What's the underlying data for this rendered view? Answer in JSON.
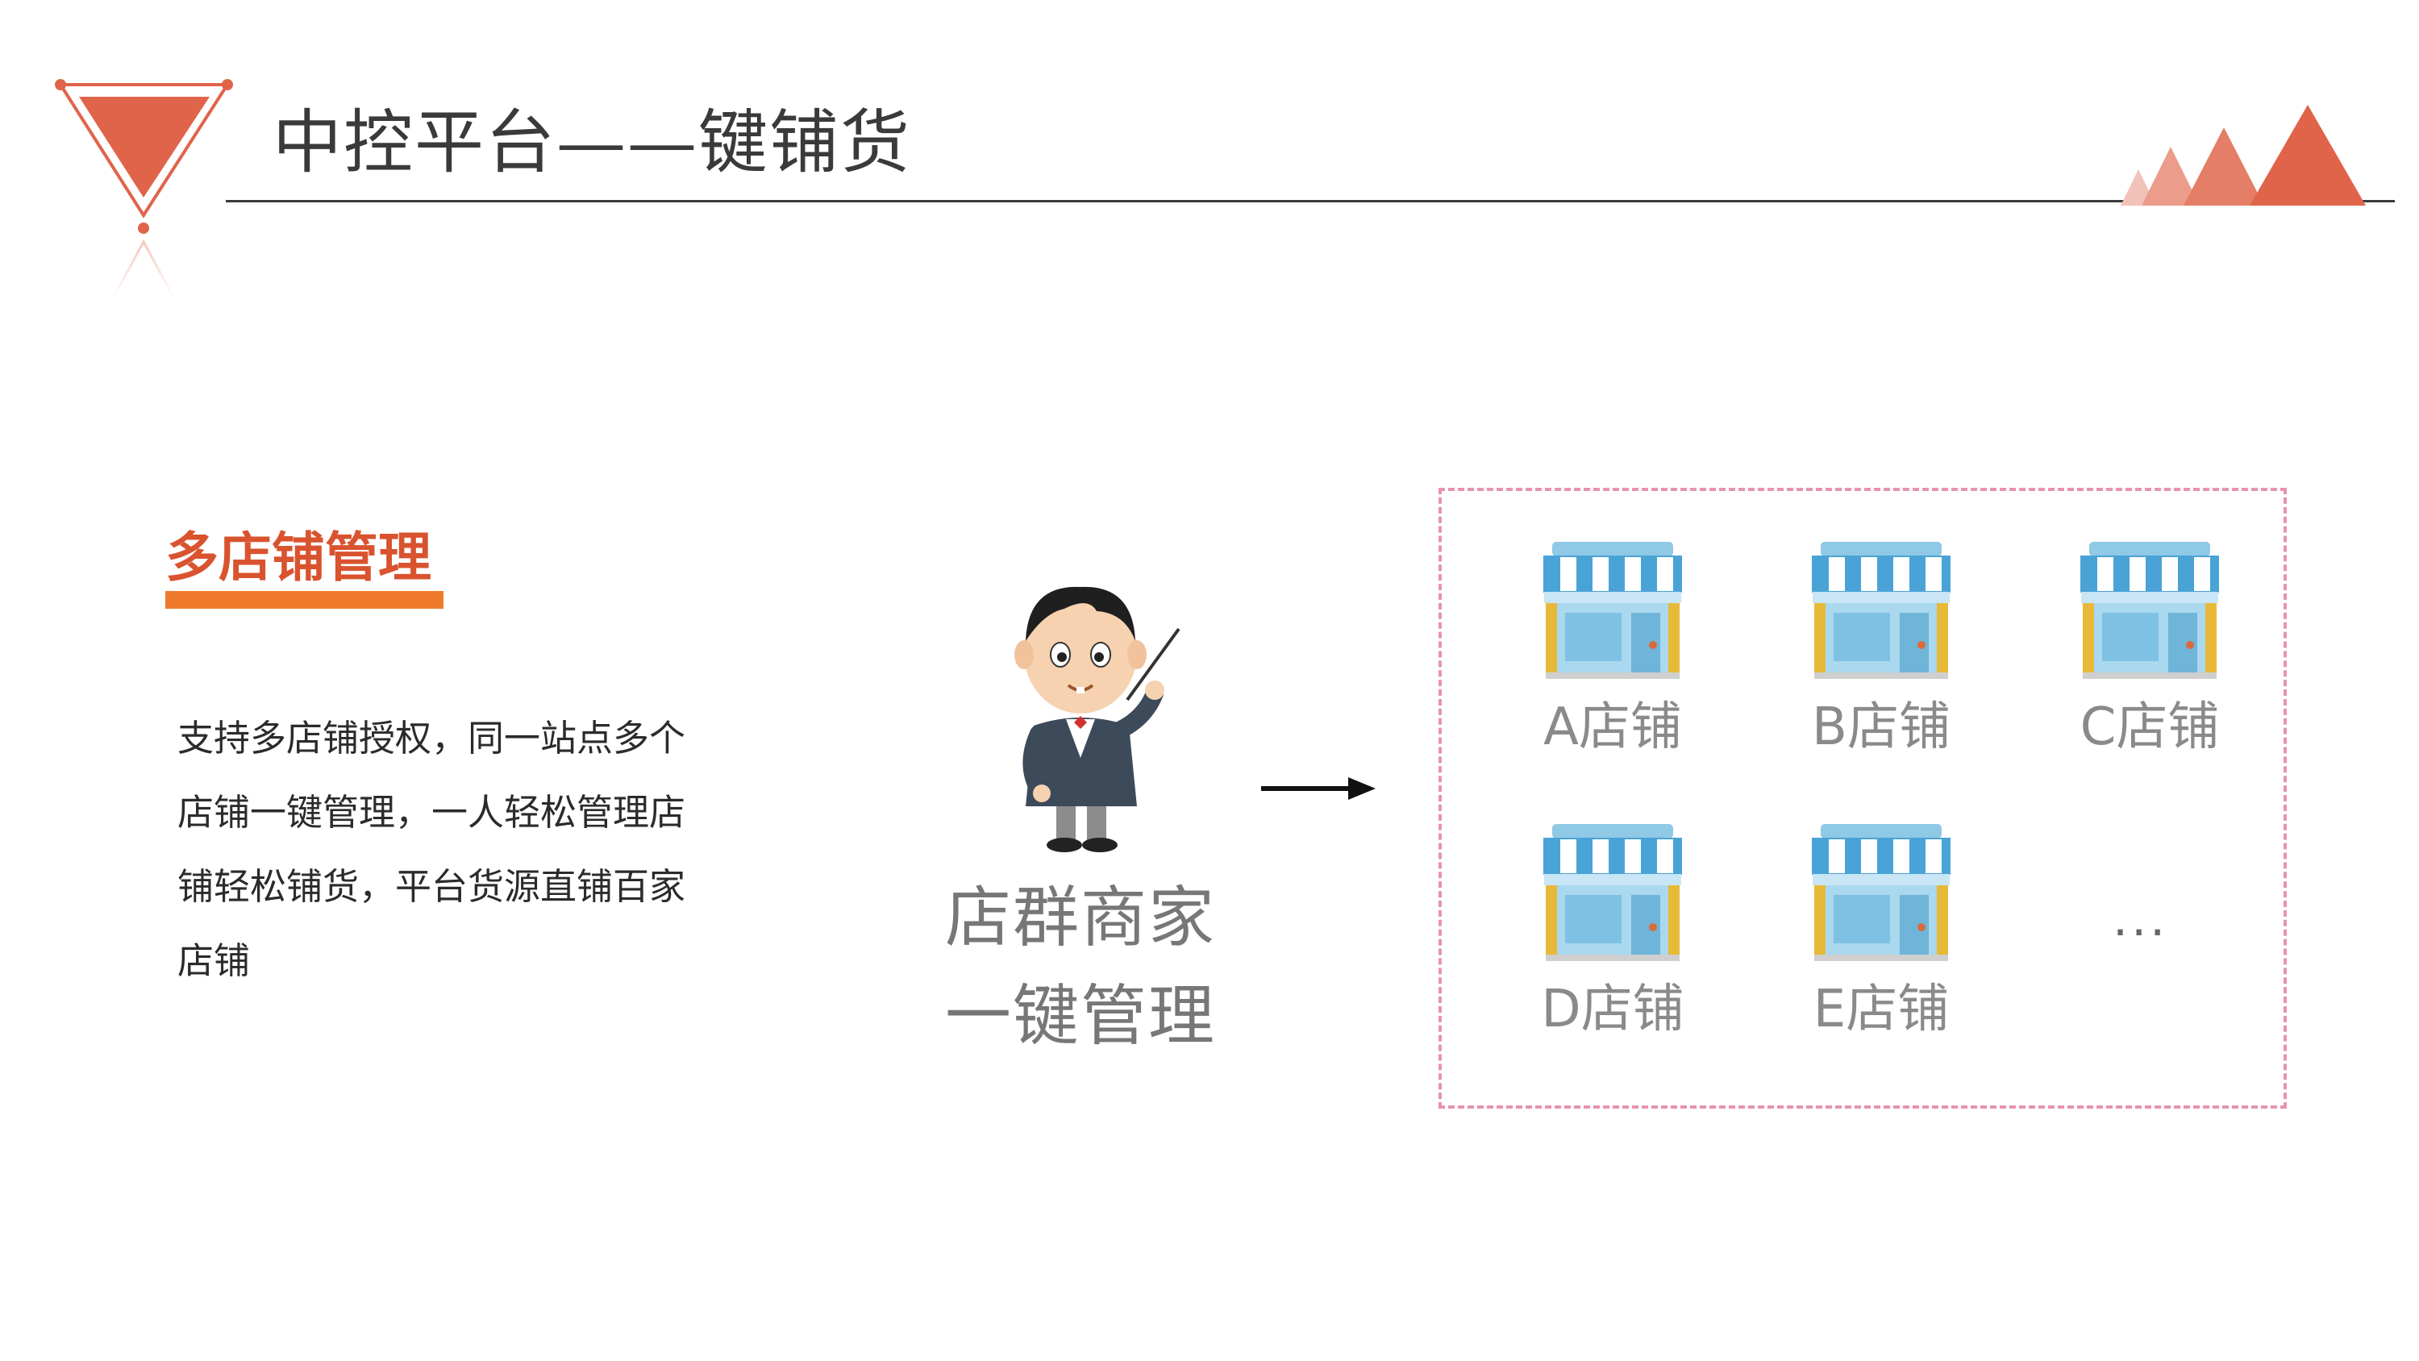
{
  "header": {
    "title": "中控平台——键铺货"
  },
  "section": {
    "title": "多店铺管理",
    "body_lines": [
      "支持多店铺授权，同一站点多个",
      "店铺一键管理，一人轻松管理店",
      "铺轻松铺货，平台货源直铺百家",
      "店铺"
    ]
  },
  "merchant": {
    "caption_lines": [
      "店群商家",
      "一键管理"
    ]
  },
  "stores": [
    {
      "label": "A店铺"
    },
    {
      "label": "B店铺"
    },
    {
      "label": "C店铺"
    },
    {
      "label": "D店铺"
    },
    {
      "label": "E店铺"
    }
  ],
  "more": "...",
  "colors": {
    "accent": "#e0644a",
    "section_title": "#d9532f",
    "underline": "#ef7a2c",
    "dashed_border": "#e893b0",
    "awning_blue": "#4aa3d6",
    "store_frame": "#e8b938"
  }
}
